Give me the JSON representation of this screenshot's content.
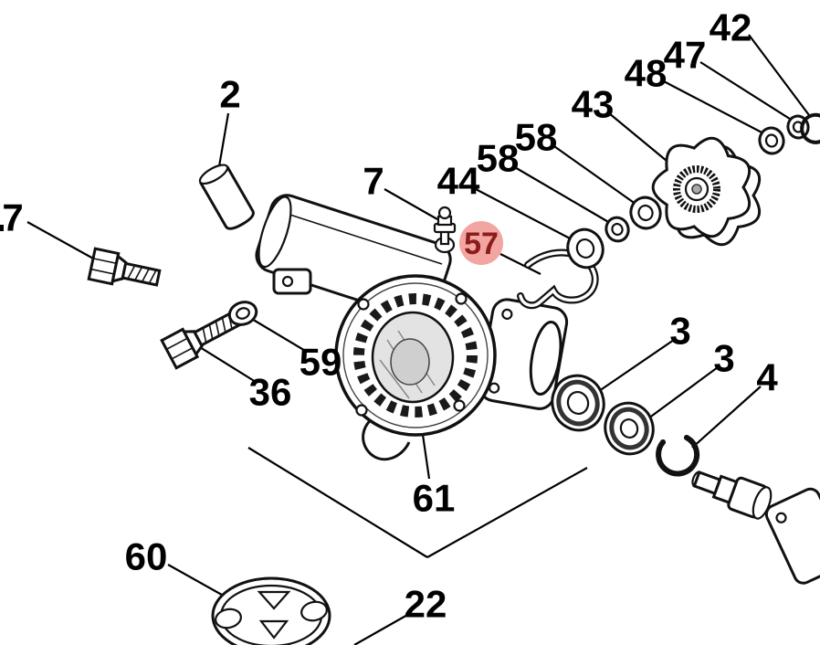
{
  "diagram": {
    "type": "exploded-parts-diagram",
    "background": "#ffffff",
    "line_color": "#000000",
    "highlight": {
      "part": "57",
      "fill": "#f2a5a1",
      "text_color": "#8a1c1c"
    },
    "labels": {
      "part_2": "2",
      "part_7_fitting": "7",
      "part_7_left": "7",
      "part_36": "36",
      "part_59": "59",
      "part_61": "61",
      "part_60": "60",
      "part_22": "22",
      "part_57": "57",
      "part_44": "44",
      "part_58_a": "58",
      "part_58_b": "58",
      "part_43": "43",
      "part_48": "48",
      "part_47": "47",
      "part_42": "42",
      "part_3_a": "3",
      "part_3_b": "3",
      "part_4": "4"
    }
  }
}
